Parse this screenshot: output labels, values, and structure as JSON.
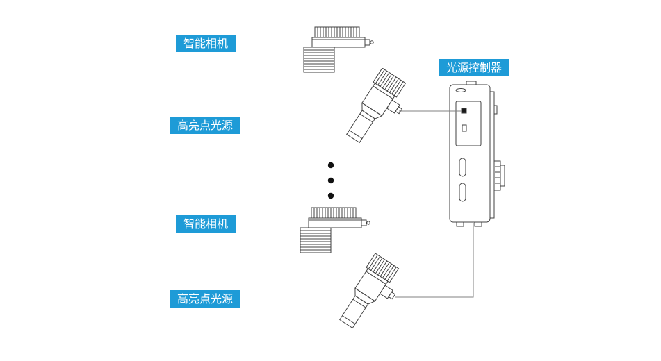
{
  "labels": {
    "camera_top": "智能相机",
    "light_top": "高亮点光源",
    "controller": "光源控制器",
    "camera_bottom": "智能相机",
    "light_bottom": "高亮点光源"
  },
  "devices": {
    "camera_top": "smart-camera",
    "light_top": "high-brightness-point-light",
    "controller": "light-source-controller",
    "camera_bottom": "smart-camera",
    "light_bottom": "high-brightness-point-light",
    "ellipsis": "repetition-dots"
  },
  "colors": {
    "label_bg": "#1E9BD7",
    "label_text": "#FFFFFF",
    "line_art": "#404040",
    "connection_line": "#808080",
    "background": "#FFFFFF"
  },
  "connections": [
    {
      "from": "light_top",
      "to": "controller"
    },
    {
      "from": "controller",
      "to": "light_bottom"
    }
  ]
}
